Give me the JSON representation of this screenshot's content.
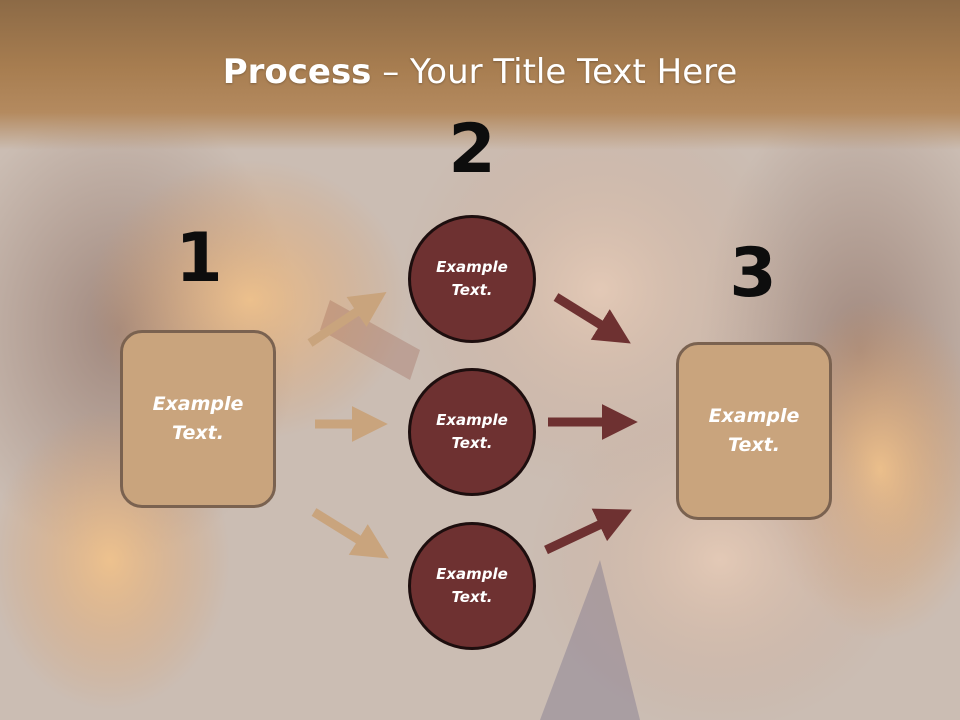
{
  "title": {
    "bold": "Process",
    "rest": " – Your Title Text Here"
  },
  "steps": [
    {
      "number": "1",
      "box": {
        "line1": "Example",
        "line2": "Text."
      }
    },
    {
      "number": "2",
      "circles": [
        {
          "line1": "Example",
          "line2": "Text."
        },
        {
          "line1": "Example",
          "line2": "Text."
        },
        {
          "line1": "Example",
          "line2": "Text."
        }
      ]
    },
    {
      "number": "3",
      "box": {
        "line1": "Example",
        "line2": "Text."
      }
    }
  ],
  "colors": {
    "title_band": "#a77d50",
    "box_fill": "#c9a47d",
    "circle_fill": "#6e3131",
    "arrow_left": "#c9a47d",
    "arrow_right": "#6e3131",
    "number": "#0d0d0d"
  }
}
